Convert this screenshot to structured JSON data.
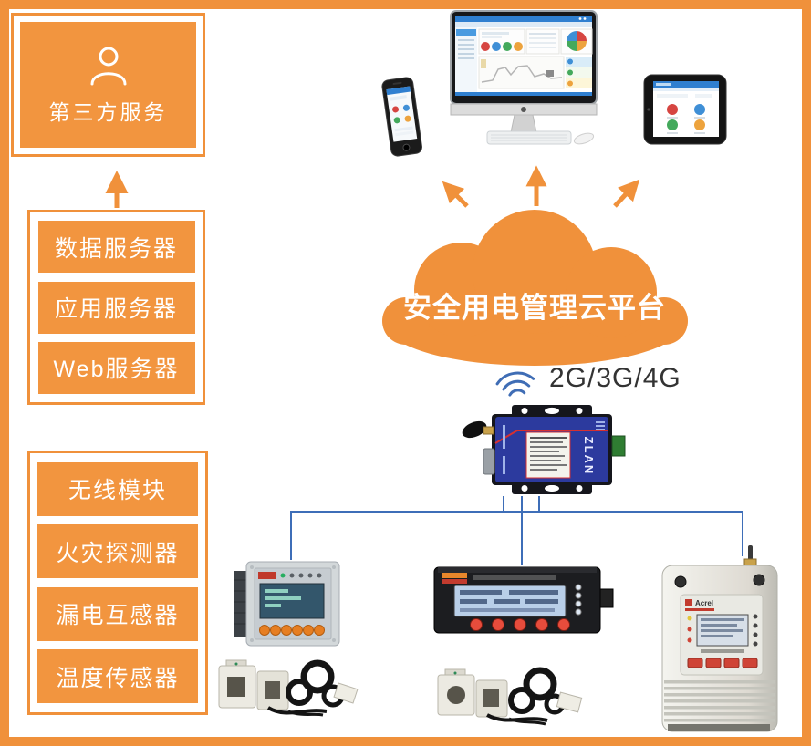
{
  "colors": {
    "accent_orange": "#f0913b",
    "box_orange": "#f2953f",
    "line_blue": "#3e6eb8",
    "cloud_text": "#ffffff",
    "network_text": "#333333"
  },
  "left_panel": {
    "third_party": {
      "label": "第三方服务",
      "icon": "user-icon"
    },
    "servers": {
      "items": [
        "数据服务器",
        "应用服务器",
        "Web服务器"
      ]
    },
    "sensors": {
      "items": [
        "无线模块",
        "火灾探测器",
        "漏电互感器",
        "温度传感器"
      ]
    }
  },
  "cloud": {
    "label": "安全用电管理云平台"
  },
  "network": {
    "label": "2G/3G/4G",
    "icon": "wifi-icon"
  },
  "gateway": {
    "brand": "ZLAN"
  },
  "client_devices": {
    "items": [
      "smartphone",
      "desktop-monitor",
      "tablet"
    ]
  },
  "field_devices": {
    "brand": "Acrel",
    "items": [
      "panel-mount-monitor",
      "residual-current-fire-detector",
      "wall-mount-protector"
    ],
    "accessories": "current-transformers"
  }
}
